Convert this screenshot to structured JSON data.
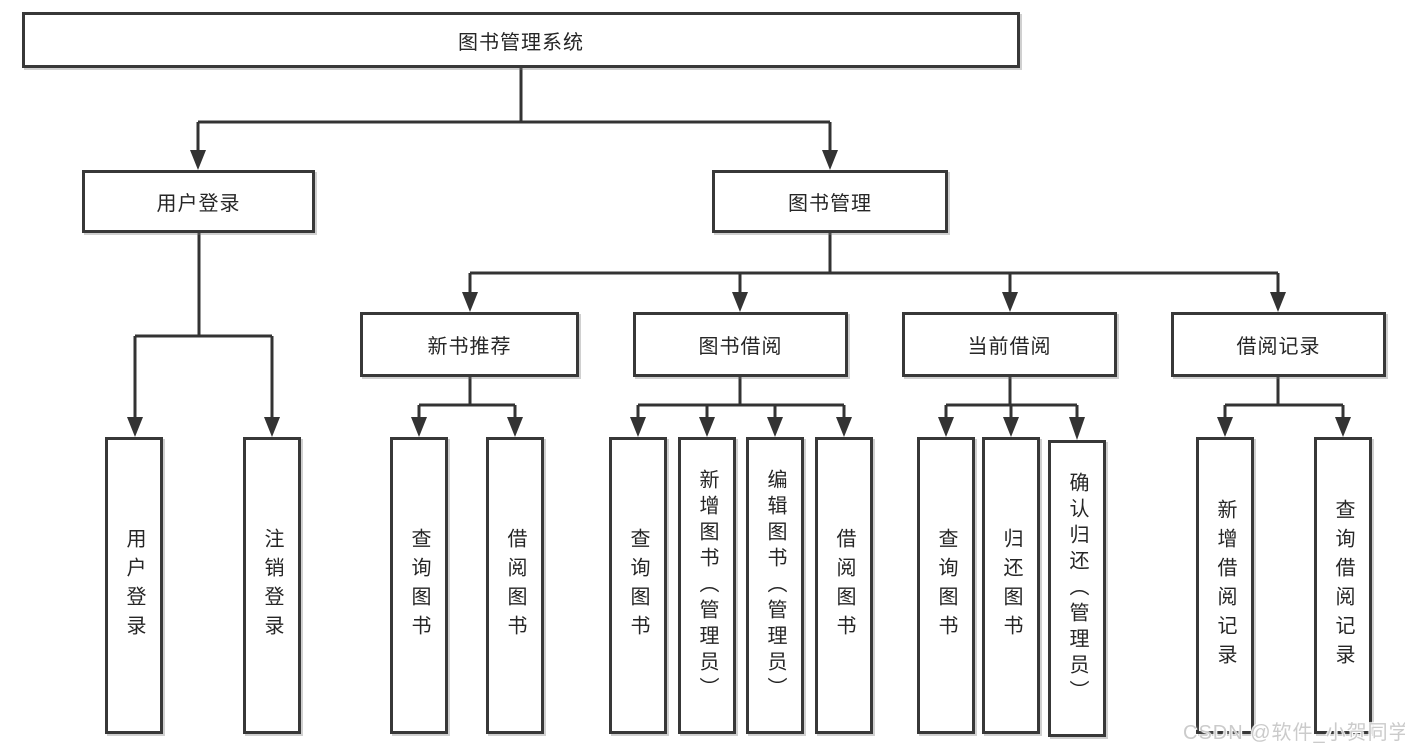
{
  "watermark": "CSDN @软件_小贺同学",
  "colors": {
    "line": "#333333",
    "box_border": "#383838",
    "text": "#262626",
    "watermark_text": "#cbcbcb"
  },
  "tree": {
    "root": {
      "label": "图书管理系统"
    },
    "branches": [
      {
        "label": "用户登录",
        "children": [
          {
            "label": "用户登录"
          },
          {
            "label": "注销登录"
          }
        ]
      },
      {
        "label": "图书管理",
        "children": [
          {
            "label": "新书推荐",
            "children": [
              {
                "label": "查询图书"
              },
              {
                "label": "借阅图书"
              }
            ]
          },
          {
            "label": "图书借阅",
            "children": [
              {
                "label": "查询图书"
              },
              {
                "label": "新增图书（管理员）"
              },
              {
                "label": "编辑图书（管理员）"
              },
              {
                "label": "借阅图书"
              }
            ]
          },
          {
            "label": "当前借阅",
            "children": [
              {
                "label": "查询图书"
              },
              {
                "label": "归还图书"
              },
              {
                "label": "确认归还（管理员）"
              }
            ]
          },
          {
            "label": "借阅记录",
            "children": [
              {
                "label": "新增借阅记录"
              },
              {
                "label": "查询借阅记录"
              }
            ]
          }
        ]
      }
    ]
  }
}
